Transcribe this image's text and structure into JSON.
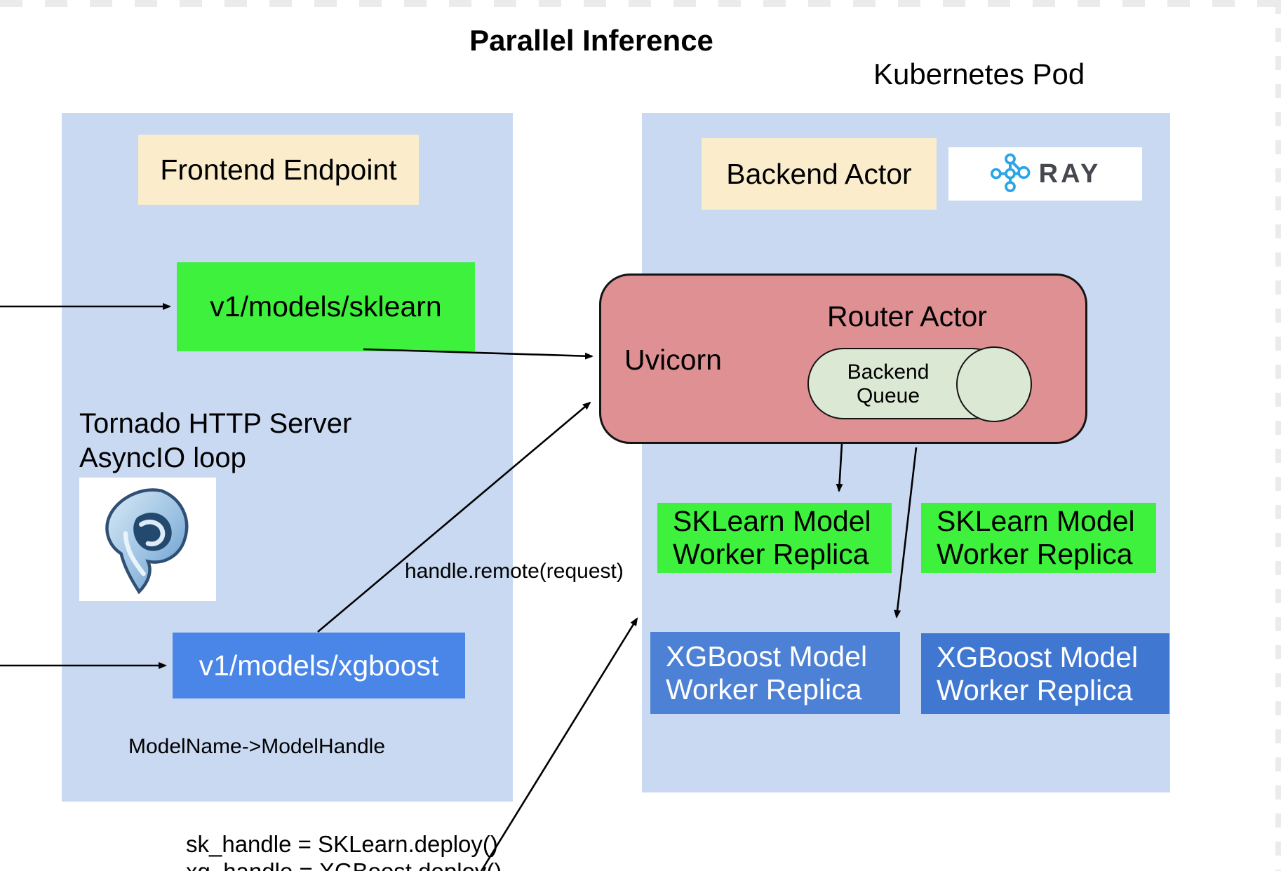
{
  "title": "Parallel Inference",
  "kubernetes_label": "Kubernetes Pod",
  "left_panel": {
    "frontend_label": "Frontend Endpoint",
    "sklearn_endpoint": "v1/models/sklearn",
    "xgboost_endpoint": "v1/models/xgboost",
    "tornado_line1": "Tornado HTTP Server",
    "tornado_line2": "AsyncIO loop",
    "model_map": "ModelName->ModelHandle"
  },
  "right_panel": {
    "backend_label": "Backend Actor",
    "ray_logo_text": "RAY",
    "router": {
      "title": "Router Actor",
      "uvicorn_label": "Uvicorn",
      "queue_line1": "Backend",
      "queue_line2": "Queue"
    },
    "workers": [
      {
        "line1": "SKLearn Model",
        "line2": "Worker Replica",
        "type": "sklearn"
      },
      {
        "line1": "SKLearn Model",
        "line2": "Worker Replica",
        "type": "sklearn"
      },
      {
        "line1": "XGBoost Model",
        "line2": "Worker Replica",
        "type": "xgboost"
      },
      {
        "line1": "XGBoost Model",
        "line2": "Worker Replica",
        "type": "xgboost"
      }
    ]
  },
  "annotations": {
    "handle_remote": "handle.remote(request)",
    "deploy_line1": "sk_handle = SKLearn.deploy()",
    "deploy_line2": "xg_handle = XGBoost.deploy()"
  },
  "icons": {
    "tornado": "tornado-swirl-icon",
    "ray": "ray-nodes-icon"
  },
  "colors": {
    "panel_blue": "#C9D9F2",
    "cream": "#FBEDCC",
    "bright_green": "#3DF13D",
    "endpoint_blue": "#4A86E8",
    "worker_blue_1": "#4C81D6",
    "worker_blue_2": "#3F77D1",
    "router_pink": "#DE9093",
    "queue_green": "#DBE8D3",
    "ray_blue": "#2AA5E5",
    "ray_text_gray": "#45484E",
    "checker_gray": "#EBEBEB"
  }
}
